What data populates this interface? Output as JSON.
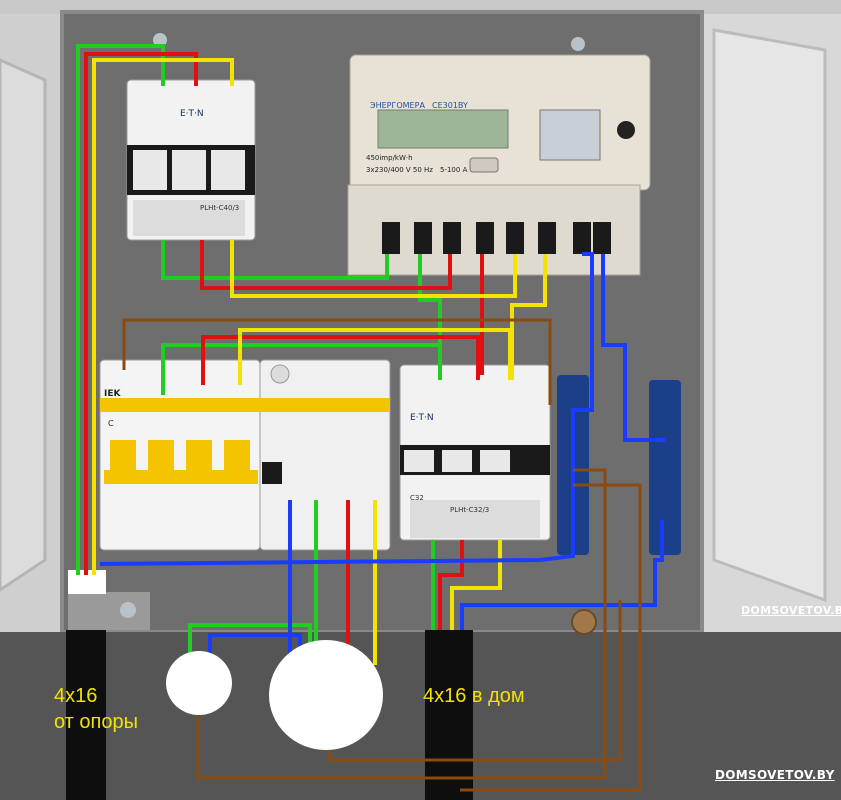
{
  "labels": {
    "cable_in_size": "4х16",
    "cable_in_desc": "от опоры",
    "cable_out": "4х16 в дом"
  },
  "brand": "DOMSOVETOV.BY",
  "meter": {
    "brand": "ЭНЕРГОМЕРА",
    "model": "CE301BY",
    "rating_line1": "450imp/kW·h",
    "rating_line2": "3х230/400 V 50 Hz",
    "rating_line3": "5-100 A"
  },
  "breakers": {
    "top_brand": "E·T·N",
    "top_model": "PLHt-C40/3",
    "rcd_brand": "IEK",
    "rcd_letter": "C",
    "mid_brand": "E·T·N",
    "mid_model": "PLHt-C32/3",
    "mid_label": "C32"
  },
  "colors": {
    "green": "#22cc22",
    "red": "#e01010",
    "yellow": "#f2e400",
    "blue": "#1a3cff",
    "brown": "#8a4b12",
    "cabinet": "#d4d4d4",
    "backplate": "#696969"
  }
}
